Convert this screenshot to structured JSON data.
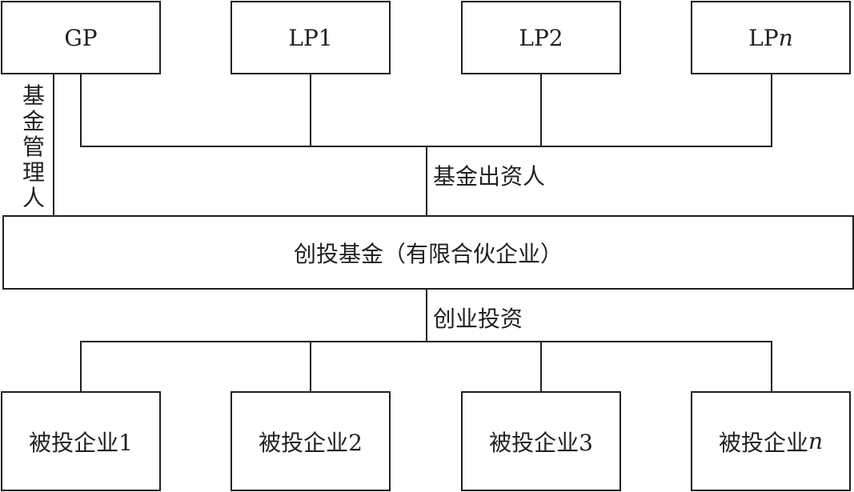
{
  "partners": {
    "gp": "GP",
    "lp1": "LP1",
    "lp2": "LP2",
    "lpn_prefix": "LP",
    "lpn_suffix": "n"
  },
  "labels": {
    "fund_manager": "基金管理人",
    "fund_investor": "基金出资人",
    "venture_investment": "创业投资"
  },
  "fund": {
    "name": "创投基金（有限合伙企业）"
  },
  "portfolio": {
    "company1": "被投企业1",
    "company2": "被投企业2",
    "company3": "被投企业3",
    "companyn_prefix": "被投企业",
    "companyn_suffix": "n"
  }
}
